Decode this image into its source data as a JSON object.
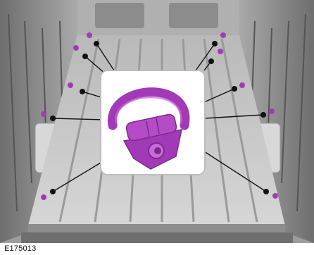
{
  "figure": {
    "code": "E175013",
    "subject": "load-floor-tie-down-hooks",
    "hook_count": 10,
    "colors": {
      "hook": "#a23ab8",
      "hook_light": "#c86ad8",
      "floor": "#c9c9c9",
      "wall": "#8a8a8a",
      "leader": "#111111"
    }
  }
}
